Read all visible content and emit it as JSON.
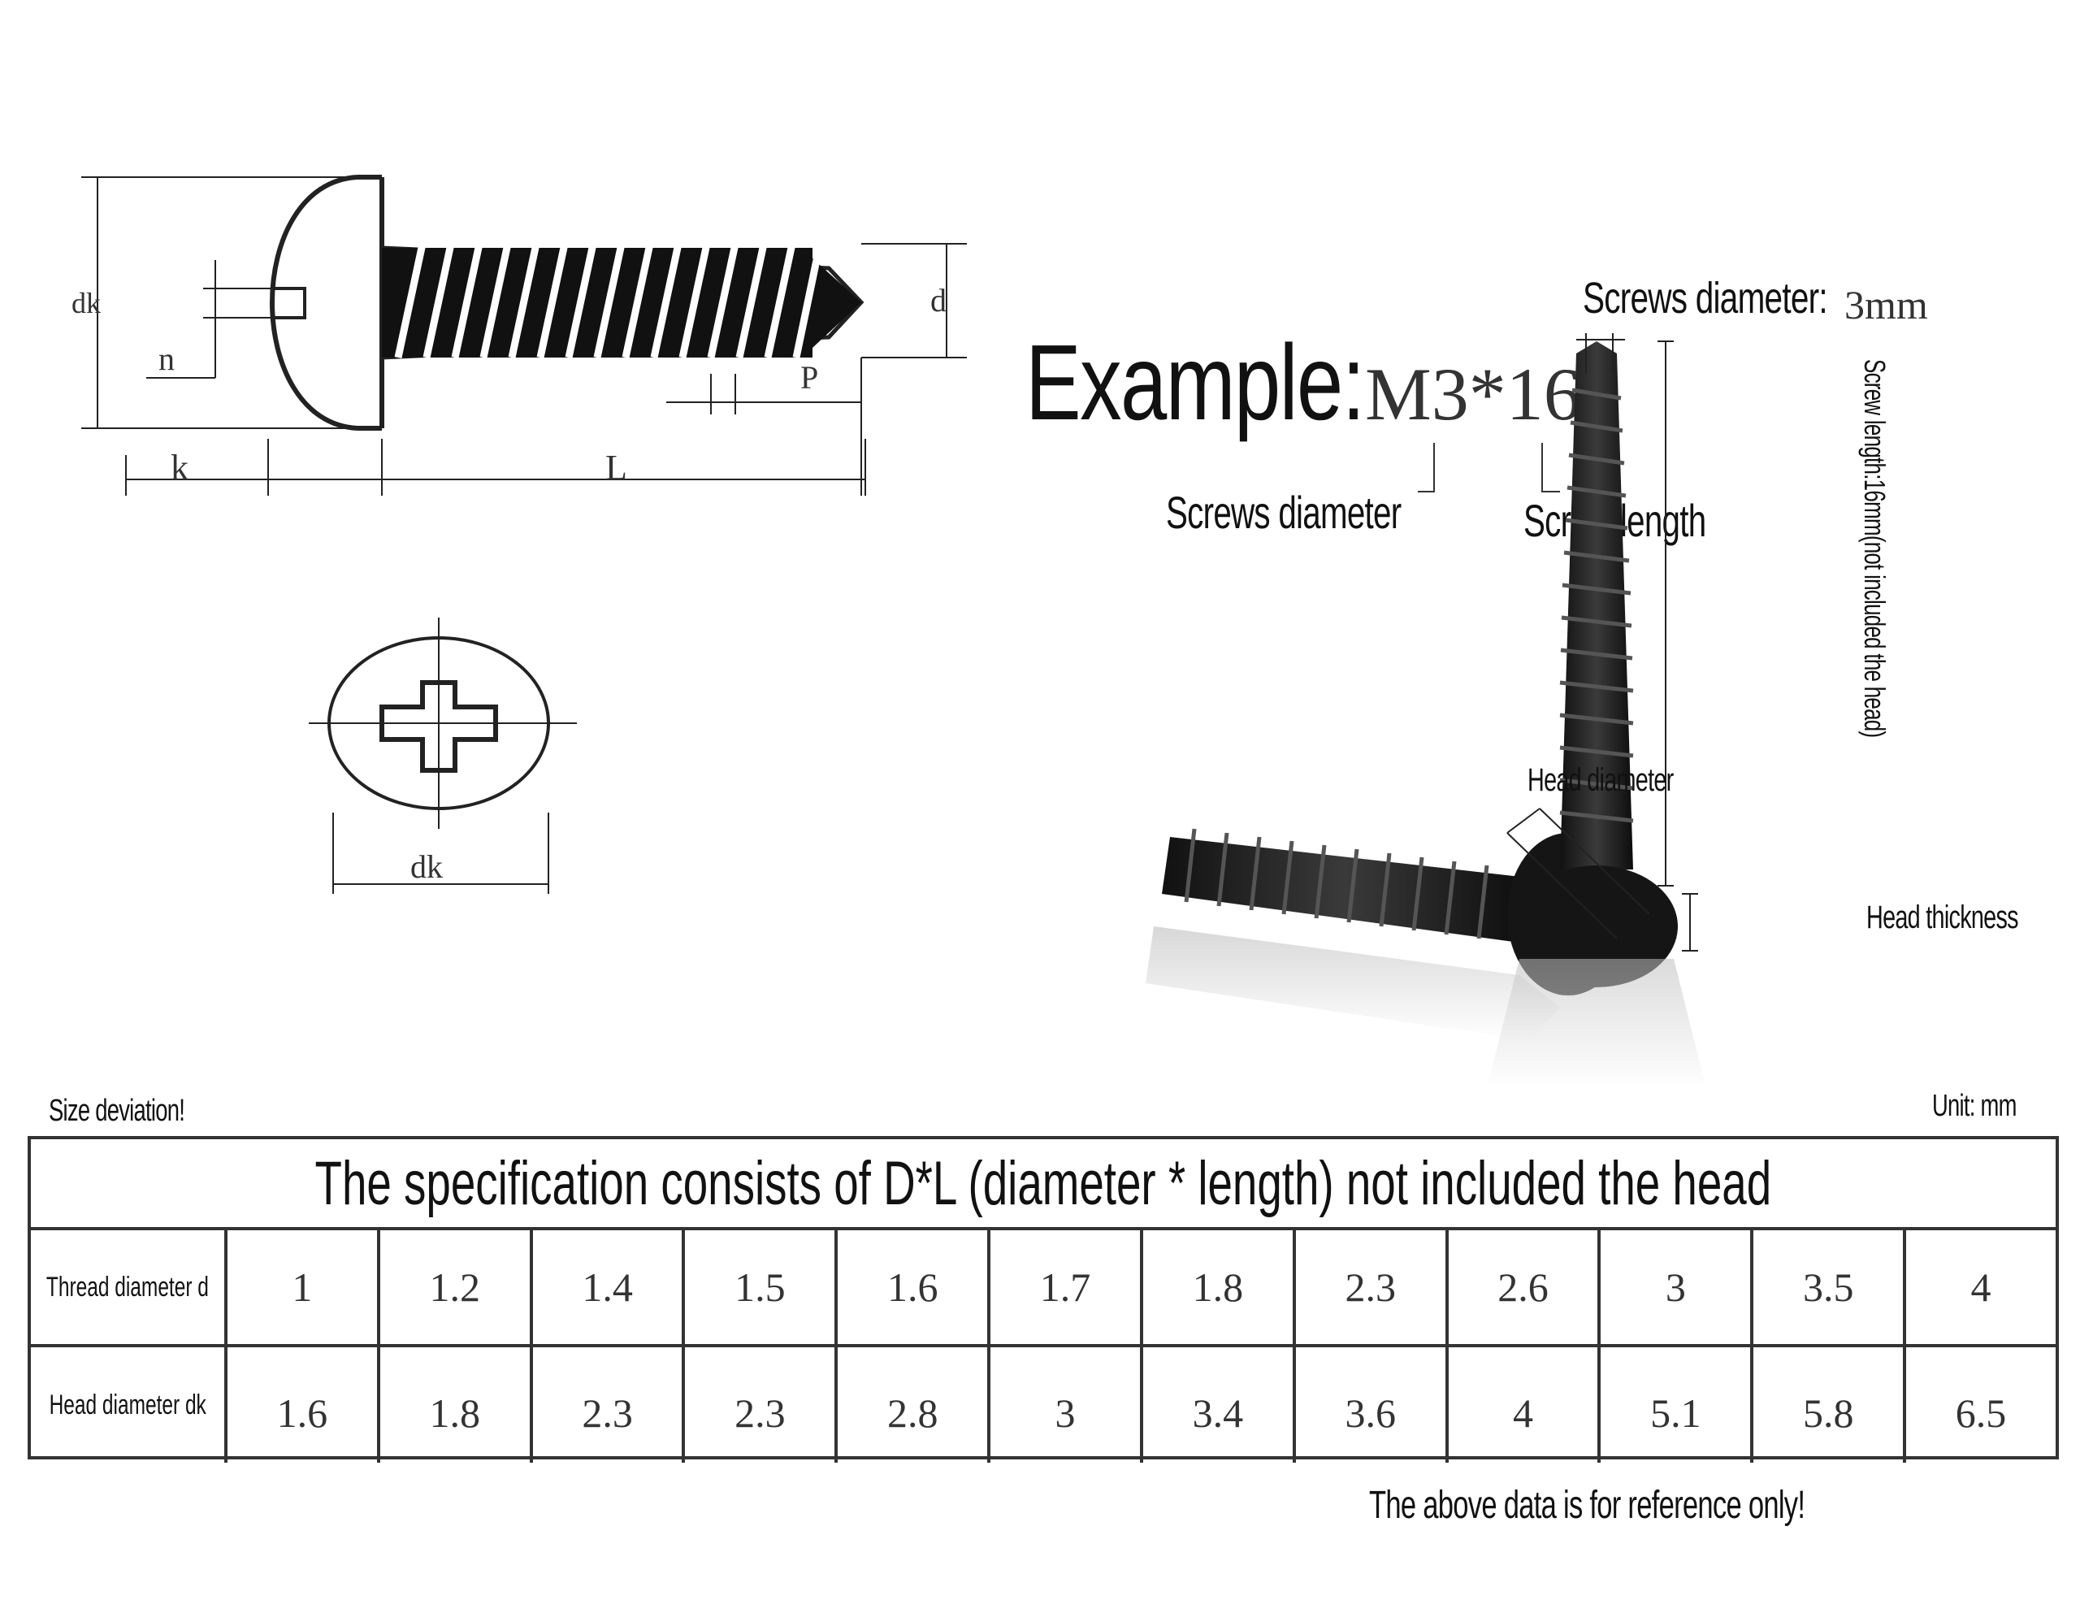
{
  "diagram": {
    "labels": {
      "dk_side": "dk",
      "n": "n",
      "d": "d",
      "p": "P",
      "k": "k",
      "L": "L",
      "dk_top": "dk"
    }
  },
  "example": {
    "label": "Example:",
    "value": "M3*16",
    "screws_diameter": "Screws diameter",
    "screw_length": "Screw length"
  },
  "photo": {
    "top_diameter_label": "Screws diameter:",
    "top_diameter_value": "3mm",
    "vertical_label": "Screw length:16mm(not included the head)",
    "head_diameter": "Head diameter",
    "head_thickness": "Head thickness"
  },
  "notes": {
    "size_deviation": "Size deviation!",
    "unit": "Unit: mm",
    "footnote": "The above data is for reference only!"
  },
  "table": {
    "title": "The specification consists of D*L (diameter * length) not included the head",
    "rows": [
      {
        "header": "Thread diameter d",
        "values": [
          "1",
          "1.2",
          "1.4",
          "1.5",
          "1.6",
          "1.7",
          "1.8",
          "2.3",
          "2.6",
          "3",
          "3.5",
          "4"
        ]
      },
      {
        "header": "Head diameter dk",
        "values": [
          "1.6",
          "1.8",
          "2.3",
          "2.3",
          "2.8",
          "3",
          "3.4",
          "3.6",
          "4",
          "5.1",
          "5.8",
          "6.5"
        ]
      }
    ]
  }
}
